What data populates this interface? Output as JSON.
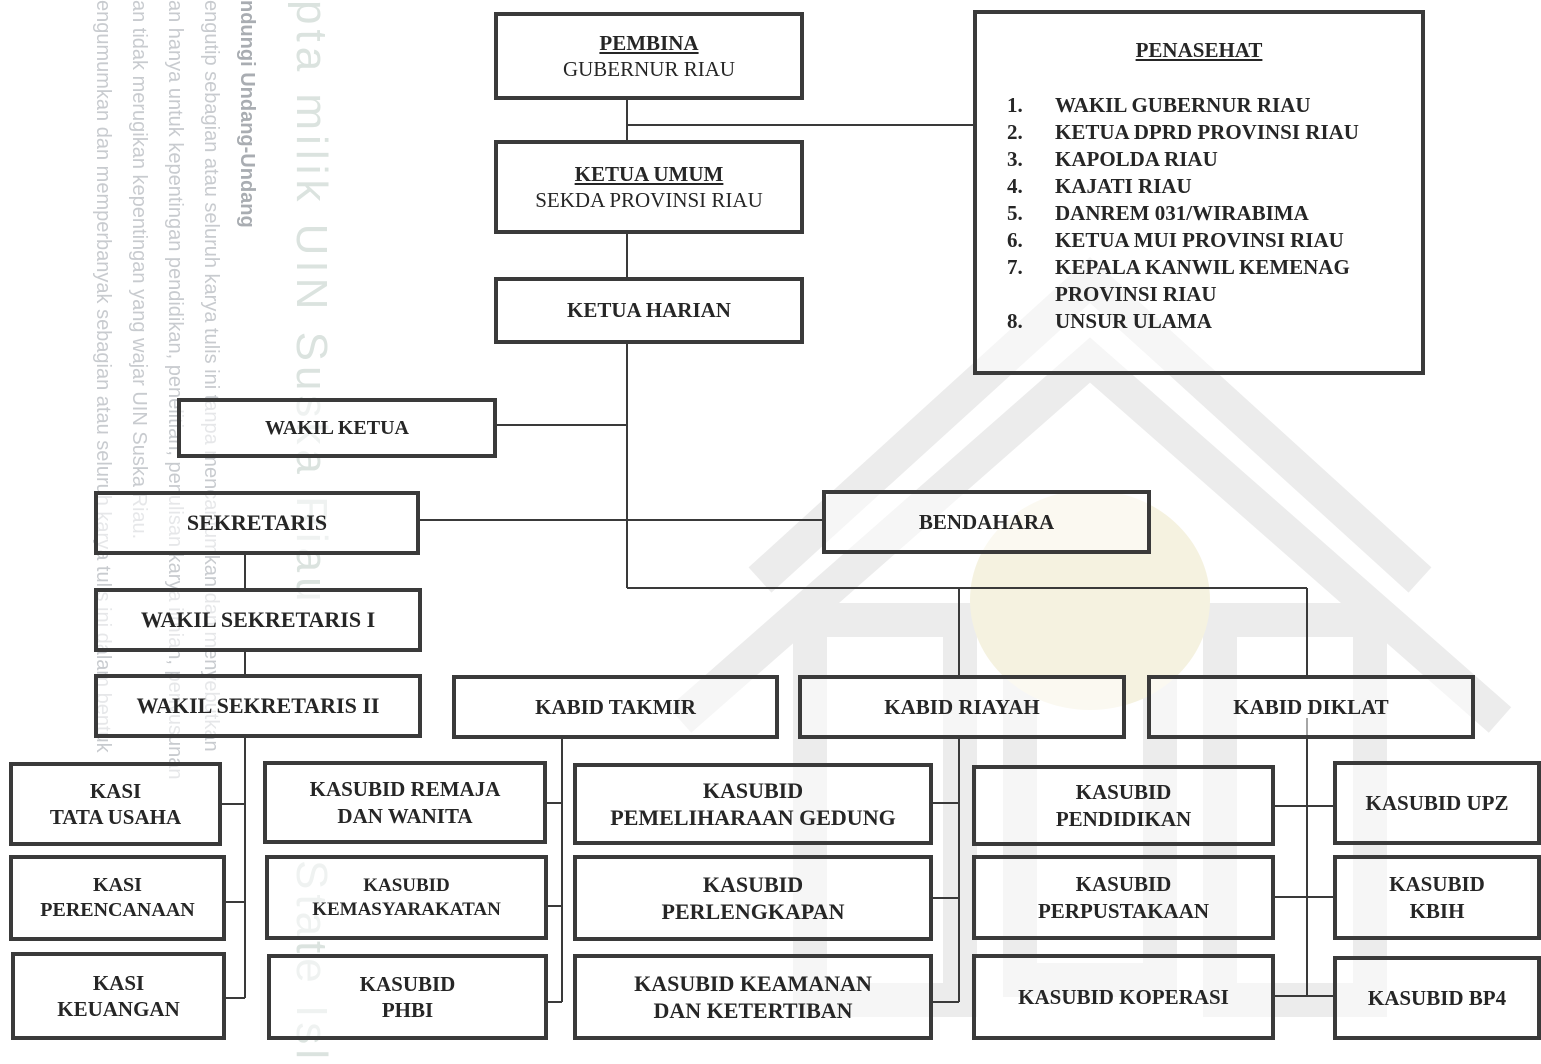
{
  "watermark": {
    "side_lines": [
      "ndungi Undang-Undang",
      "engutip sebagian atau seluruh karya tulis ini tanpa mencantumkan dan menyebutkan",
      "an hanya untuk kepentingan pendidikan, penelitian, penulisan karya ilmiah, penyusunan",
      "an tidak merugikan kepentingan yang wajar UIN Suska Riau.",
      "engumumkan dan memperbanyak sebagian atau seluruh karya tulis ini dalam bentuk"
    ],
    "big_lines": [
      "pta milik UIN Suska Riau",
      "State Isl"
    ]
  },
  "pembina": {
    "title": "PEMBINA",
    "subtitle": "GUBERNUR RIAU"
  },
  "ketua_umum": {
    "title": "KETUA UMUM",
    "subtitle": "SEKDA PROVINSI RIAU"
  },
  "ketua_harian": "KETUA HARIAN",
  "penasehat": {
    "title": "PENASEHAT",
    "items": [
      {
        "num": "1.",
        "text": "WAKIL GUBERNUR RIAU"
      },
      {
        "num": "2.",
        "text": "KETUA DPRD PROVINSI RIAU"
      },
      {
        "num": "3.",
        "text": "KAPOLDA RIAU"
      },
      {
        "num": "4.",
        "text": "KAJATI RIAU"
      },
      {
        "num": "5.",
        "text": "DANREM 031/WIRABIMA"
      },
      {
        "num": "6.",
        "text": "KETUA MUI PROVINSI RIAU"
      },
      {
        "num": "7.",
        "text": "KEPALA KANWIL KEMENAG PROVINSI RIAU"
      },
      {
        "num": "8.",
        "text": "UNSUR ULAMA"
      }
    ]
  },
  "wakil_ketua": "WAKIL KETUA",
  "sekretaris": "SEKRETARIS",
  "bendahara": "BENDAHARA",
  "wakil_sekretaris_1": "WAKIL SEKRETARIS I",
  "wakil_sekretaris_2": "WAKIL SEKRETARIS II",
  "kasi": {
    "tata_usaha": {
      "l1": "KASI",
      "l2": "TATA USAHA"
    },
    "perencanaan": {
      "l1": "KASI",
      "l2": "PERENCANAAN"
    },
    "keuangan": {
      "l1": "KASI",
      "l2": "KEUANGAN"
    }
  },
  "kabid": {
    "takmir": "KABID TAKMIR",
    "riayah": "KABID RIAYAH",
    "diklat": "KABID DIKLAT"
  },
  "takmir_sub": {
    "remaja": {
      "l1": "KASUBID REMAJA",
      "l2": "DAN WANITA"
    },
    "kemasyarakatan": {
      "l1": "KASUBID",
      "l2": "KEMASYARAKATAN"
    },
    "phbi": {
      "l1": "KASUBID",
      "l2": "PHBI"
    }
  },
  "riayah_sub": {
    "pemeliharaan": {
      "l1": "KASUBID",
      "l2": "PEMELIHARAAN GEDUNG"
    },
    "perlengkapan": {
      "l1": "KASUBID",
      "l2": "PERLENGKAPAN"
    },
    "keamanan": {
      "l1": "KASUBID KEAMANAN",
      "l2": "DAN KETERTIBAN"
    }
  },
  "diklat_sub": {
    "pendidikan": {
      "l1": "KASUBID",
      "l2": "PENDIDIKAN"
    },
    "perpustakaan": {
      "l1": "KASUBID",
      "l2": "PERPUSTAKAAN"
    },
    "koperasi": "KASUBID KOPERASI",
    "upz": "KASUBID UPZ",
    "kbih": {
      "l1": "KASUBID",
      "l2": "KBIH"
    },
    "bp4": "KASUBID BP4"
  }
}
